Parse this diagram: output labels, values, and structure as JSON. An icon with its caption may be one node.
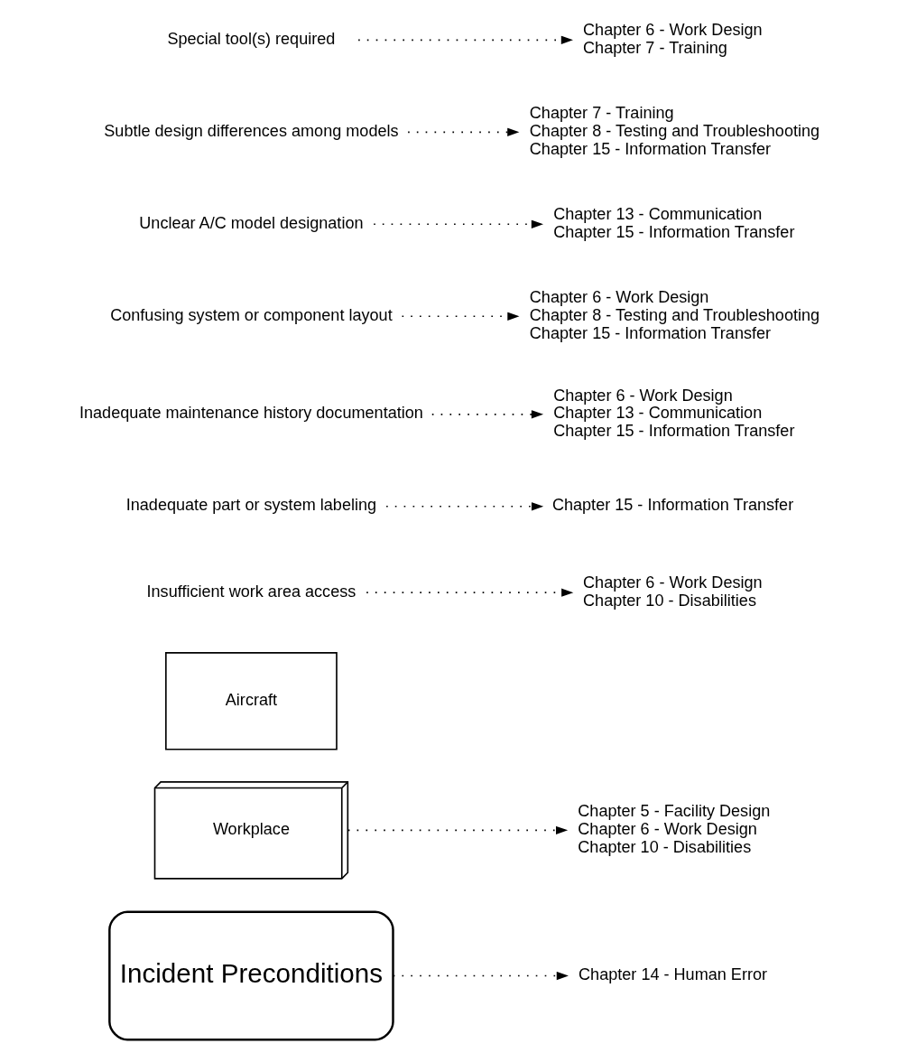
{
  "diagram": {
    "nodes": [
      {
        "text": [
          "Incident Preconditions"
        ]
      },
      {
        "text": [
          "Chapter 14 - Human Error"
        ]
      },
      {
        "text": [
          "Workplace"
        ]
      },
      {
        "text": [
          "Chapter 5 - Facility Design",
          "Chapter 6 - Work Design",
          "Chapter 10 - Disabilities"
        ]
      },
      {
        "text": [
          "Aircraft"
        ]
      },
      {
        "text": [
          "Insufficient work area access"
        ]
      },
      {
        "text": [
          "Chapter 6 - Work Design",
          "Chapter 10 - Disabilities"
        ]
      },
      {
        "text": [
          "Inadequate part or system labeling"
        ]
      },
      {
        "text": [
          "Chapter 15 - Information Transfer"
        ]
      },
      {
        "text": [
          "Inadequate maintenance history documentation"
        ]
      },
      {
        "text": [
          "Chapter 6 - Work Design",
          "Chapter 13 - Communication",
          "Chapter 15 - Information Transfer"
        ]
      },
      {
        "text": [
          "Confusing system or component layout"
        ]
      },
      {
        "text": [
          "Chapter 6 - Work Design",
          "Chapter 8 - Testing and Troubleshooting",
          "Chapter 15 - Information Transfer"
        ]
      },
      {
        "text": [
          "Unclear A/C model designation"
        ]
      },
      {
        "text": [
          "Chapter 13 - Communication",
          "Chapter 15 - Information Transfer"
        ]
      },
      {
        "text": [
          "Subtle design differences among models"
        ]
      },
      {
        "text": [
          "Chapter 7 - Training",
          "Chapter 8 - Testing and Troubleshooting",
          "Chapter 15 - Information Transfer"
        ]
      },
      {
        "text": [
          "Special tool(s) required"
        ]
      },
      {
        "text": [
          "Chapter 6 - Work Design",
          "Chapter 7 - Training"
        ]
      }
    ],
    "edges": [
      {
        "from": 0,
        "to": 1,
        "arrow": "to",
        "style": "dashed"
      },
      {
        "from": 2,
        "to": 3,
        "arrow": "to",
        "style": "dashed"
      },
      {
        "from": 5,
        "to": 6,
        "arrow": "to",
        "style": "dashed"
      },
      {
        "from": 7,
        "to": 8,
        "arrow": "to",
        "style": "dashed"
      },
      {
        "from": 9,
        "to": 10,
        "arrow": "to",
        "style": "dashed"
      },
      {
        "from": 11,
        "to": 12,
        "arrow": "to",
        "style": "dashed"
      },
      {
        "from": 13,
        "to": 14,
        "arrow": "to",
        "style": "dashed"
      },
      {
        "from": 15,
        "to": 16,
        "arrow": "to",
        "style": "dashed"
      },
      {
        "from": 17,
        "to": 18,
        "arrow": "to",
        "style": "dashed"
      }
    ]
  }
}
